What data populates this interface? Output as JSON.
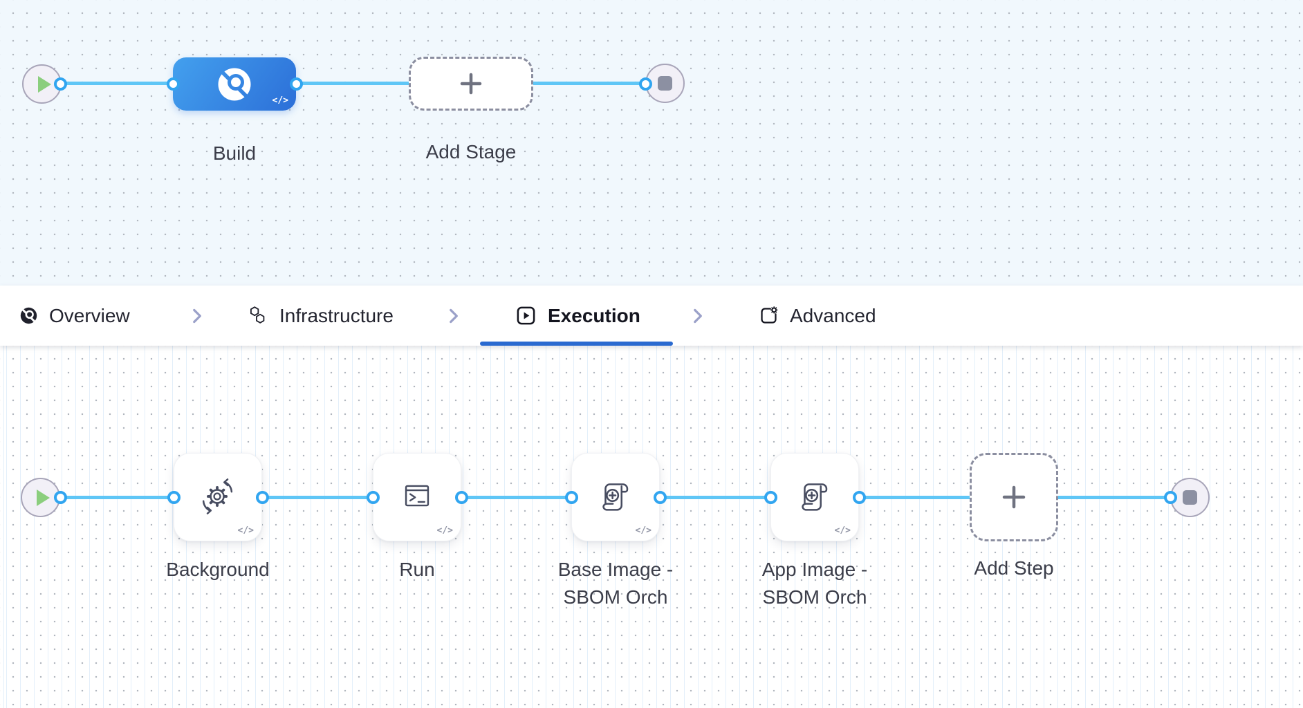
{
  "stage_canvas": {
    "build_stage": {
      "label": "Build",
      "code_badge": "</>"
    },
    "add_stage_button": {
      "label": "Add Stage"
    }
  },
  "tab_bar": {
    "active_tab": "Execution",
    "tabs": [
      {
        "label": "Overview"
      },
      {
        "label": "Infrastructure"
      },
      {
        "label": "Execution"
      },
      {
        "label": "Advanced"
      }
    ]
  },
  "execution_canvas": {
    "steps": [
      {
        "label": "Background",
        "code_badge": "</>"
      },
      {
        "label": "Run",
        "code_badge": "</>"
      },
      {
        "label": "Base Image - SBOM Orch",
        "code_badge": "</>"
      },
      {
        "label": "App Image - SBOM Orch",
        "code_badge": "</>"
      }
    ],
    "add_step_button": {
      "label": "Add Step"
    }
  },
  "colors": {
    "connector_line": "#5fc6f6",
    "port_ring": "#31a5f0",
    "stage_gradient_start": "#43a0ee",
    "stage_gradient_end": "#2c6fd8",
    "active_tab_underline": "#2a6ad0",
    "play_green": "#8bce7d",
    "canvas_top_bg": "#f1f8fd",
    "canvas_bottom_bg": "#ffffff"
  }
}
